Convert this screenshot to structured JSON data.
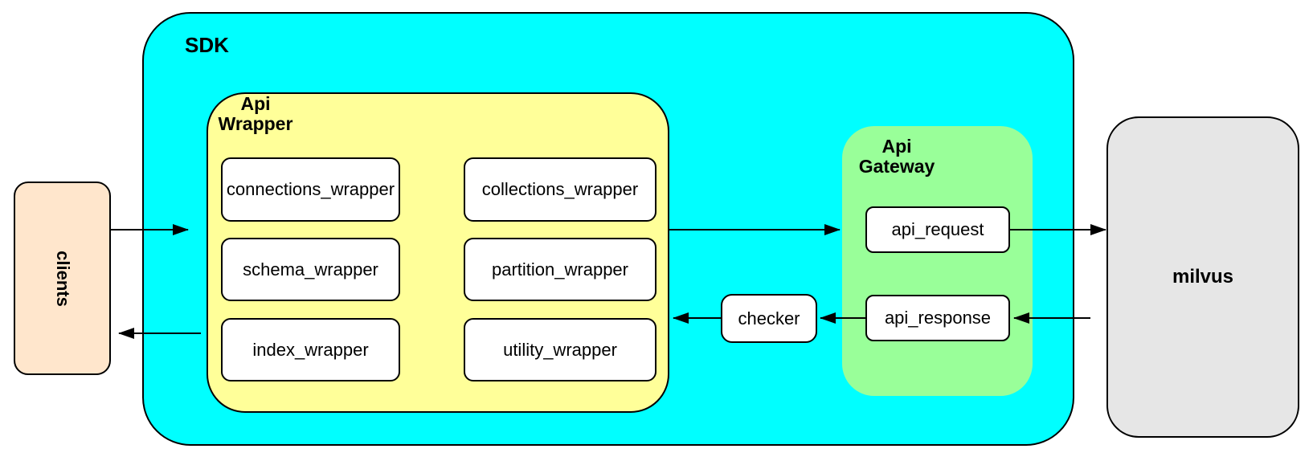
{
  "palette": {
    "canvas_bg": "#FFFFFF",
    "sdk_fill": "#00FFFF",
    "wrapper_fill": "#FFFF99",
    "gateway_fill": "#99FF99",
    "clients_fill": "#FFE6CC",
    "milvus_fill": "#E6E6E6",
    "node_fill": "#FFFFFF",
    "stroke": "#000000"
  },
  "diagram": {
    "clients": {
      "label": "clients"
    },
    "sdk": {
      "title": "SDK"
    },
    "api_wrapper": {
      "title_lines": [
        "Api",
        "Wrapper"
      ],
      "nodes": [
        "connections_wrapper",
        "collections_wrapper",
        "schema_wrapper",
        "partition_wrapper",
        "index_wrapper",
        "utility_wrapper"
      ]
    },
    "checker": {
      "label": "checker"
    },
    "api_gateway": {
      "title_lines": [
        "Api",
        "Gateway"
      ],
      "nodes": [
        "api_request",
        "api_response"
      ]
    },
    "milvus": {
      "label": "milvus"
    }
  }
}
